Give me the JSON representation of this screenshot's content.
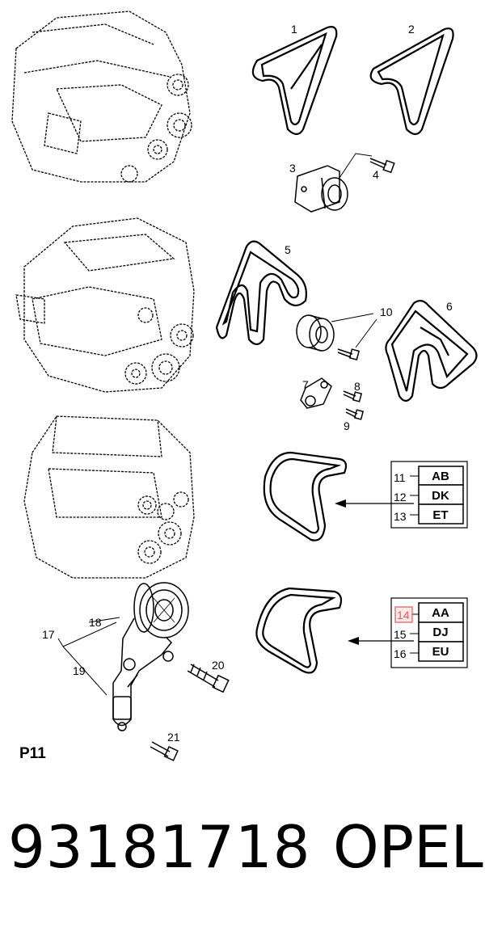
{
  "callouts": {
    "c1": "1",
    "c2": "2",
    "c3": "3",
    "c4": "4",
    "c5": "5",
    "c6": "6",
    "c7": "7",
    "c8": "8",
    "c9": "9",
    "c10": "10",
    "c11": "11",
    "c12": "12",
    "c13": "13",
    "c14": "14",
    "c15": "15",
    "c16": "16",
    "c17": "17",
    "c18": "18",
    "c19": "19",
    "c20": "20",
    "c21": "21"
  },
  "tables": {
    "upper": [
      "AB",
      "DK",
      "ET"
    ],
    "lower": [
      "AA",
      "DJ",
      "EU"
    ]
  },
  "highlighted_callout": "14",
  "page_ref": "P11",
  "footer": {
    "part_number": "93181718",
    "brand": "OPEL"
  }
}
